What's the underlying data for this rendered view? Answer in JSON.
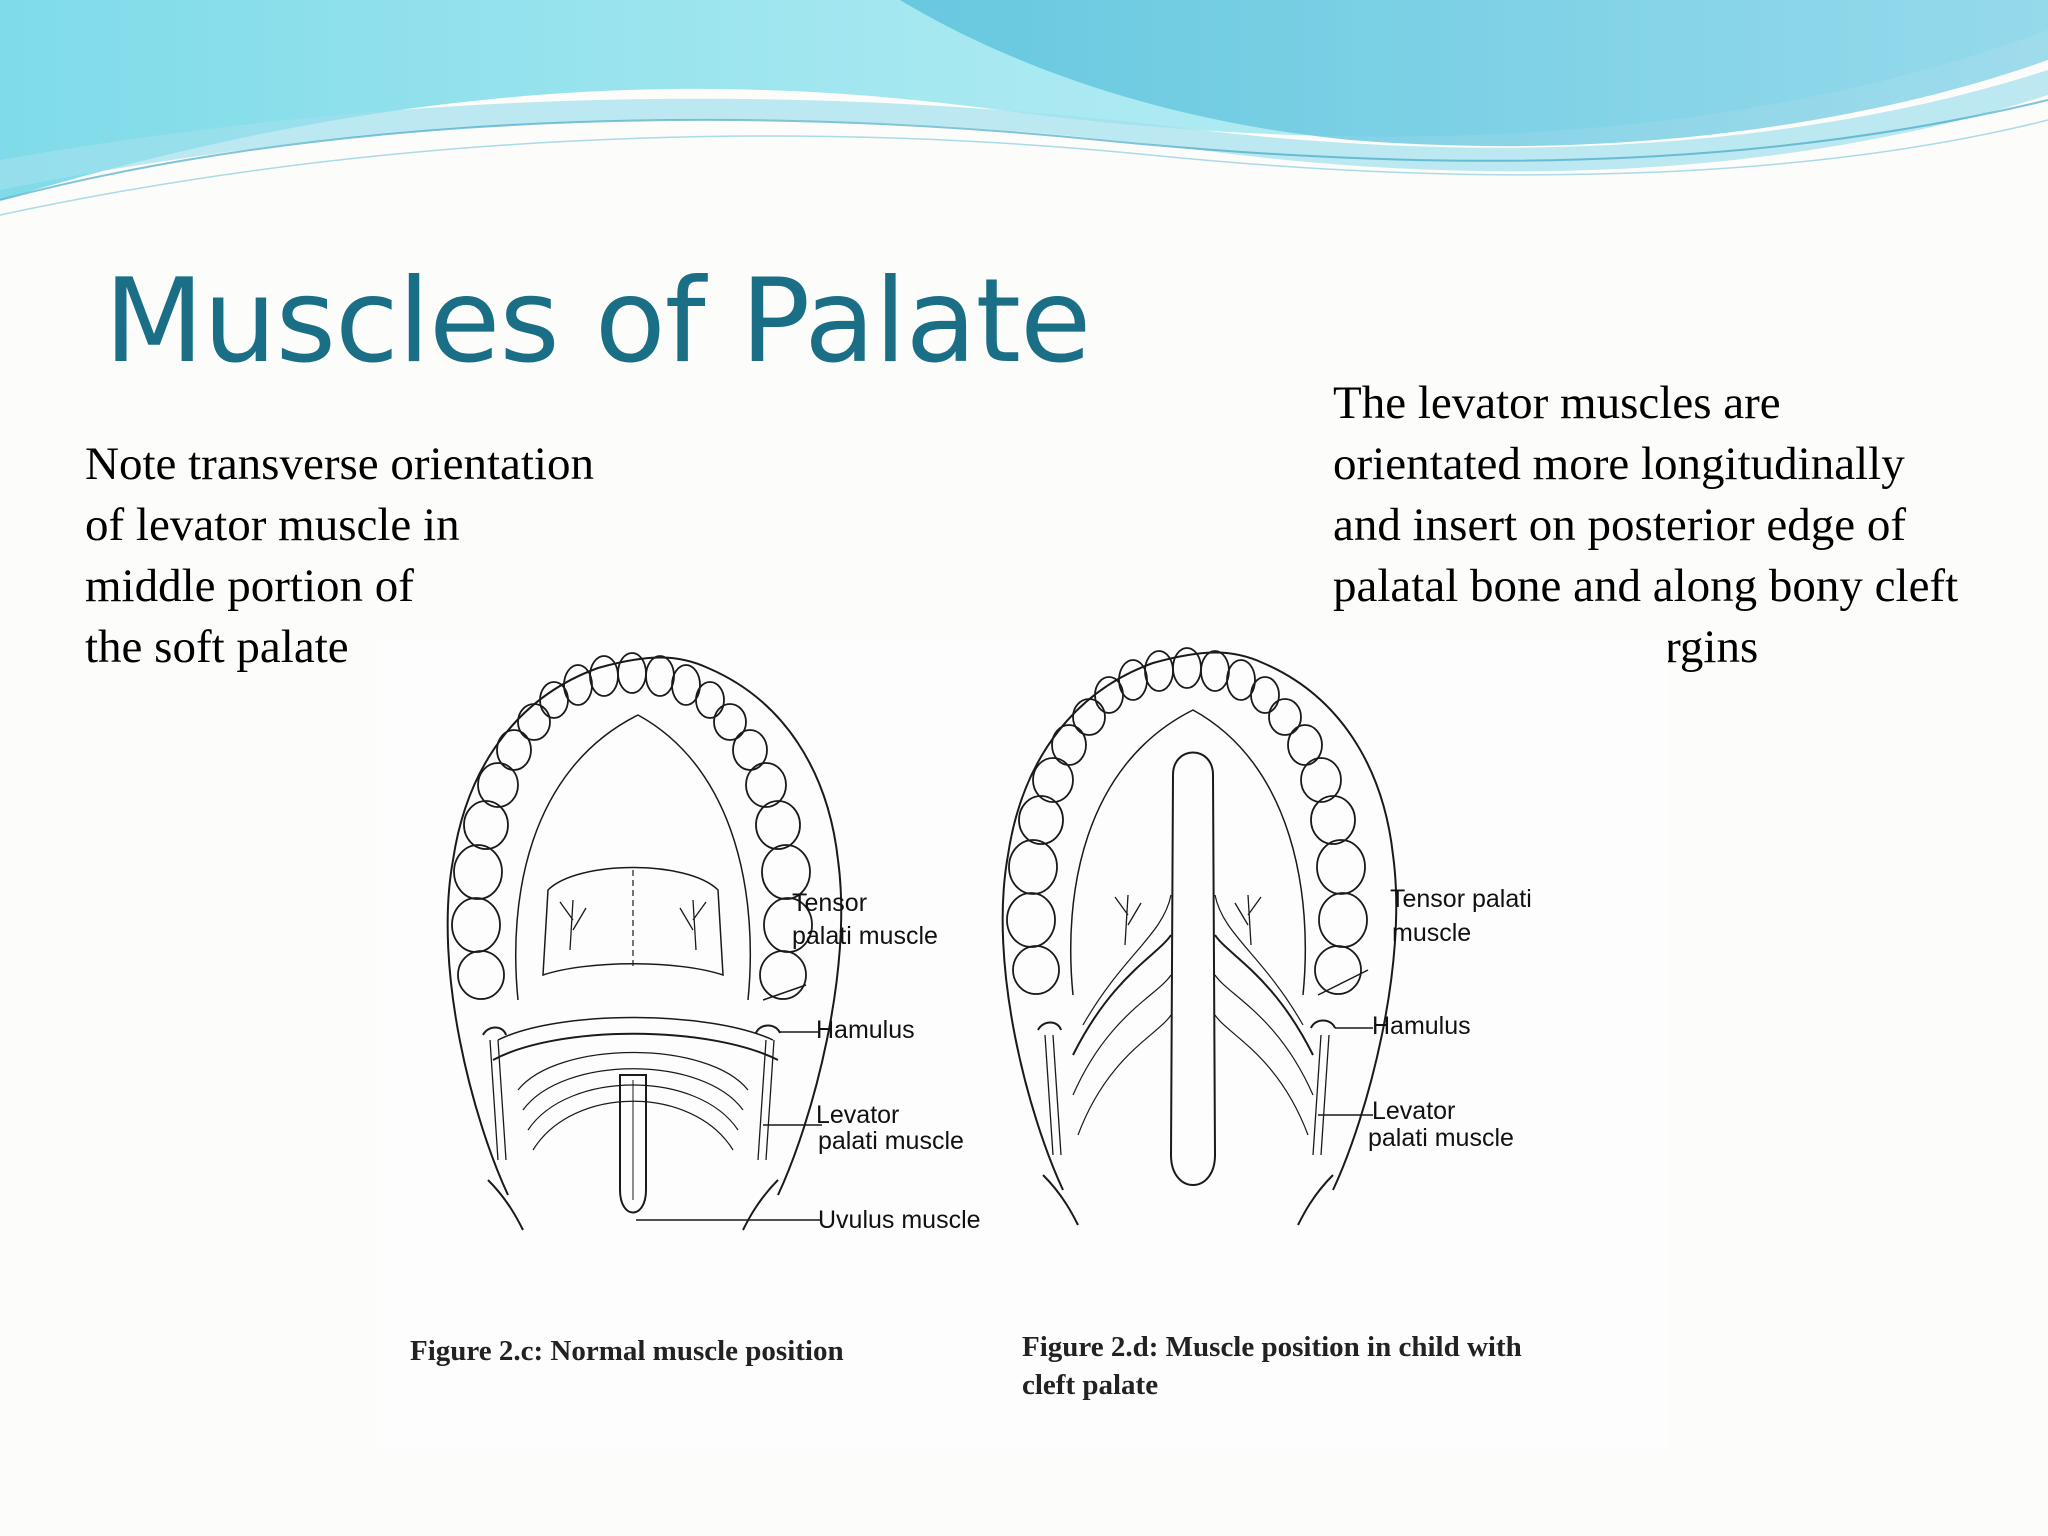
{
  "slide": {
    "title": "Muscles of Palate",
    "note_left": [
      "Note transverse orientation",
      "of levator muscle in",
      "middle portion of",
      "the soft palate"
    ],
    "note_right": [
      "The levator muscles are",
      "orientated more longitudinally",
      "and insert on posterior edge of",
      "palatal bone and along bony cleft",
      "margins"
    ]
  },
  "figure_c": {
    "labels": {
      "tensor_1": "Tensor",
      "tensor_2": "palati muscle",
      "hamulus": "Hamulus",
      "levator_1": "Levator",
      "levator_2": "palati muscle",
      "uvulus": "Uvulus muscle"
    },
    "caption": "Figure 2.c: Normal muscle position"
  },
  "figure_d": {
    "labels": {
      "tensor_1": "Tensor palati",
      "tensor_2": "muscle",
      "hamulus": "Hamulus",
      "levator_1": "Levator",
      "levator_2": "palati muscle"
    },
    "caption_1": "Figure 2.d: Muscle position in child with",
    "caption_2": "cleft palate"
  },
  "colors": {
    "title": "#1a6f86",
    "wave_light": "#a5e6ef",
    "wave_mid": "#7dd4e6",
    "wave_dark": "#4fb8d8"
  }
}
